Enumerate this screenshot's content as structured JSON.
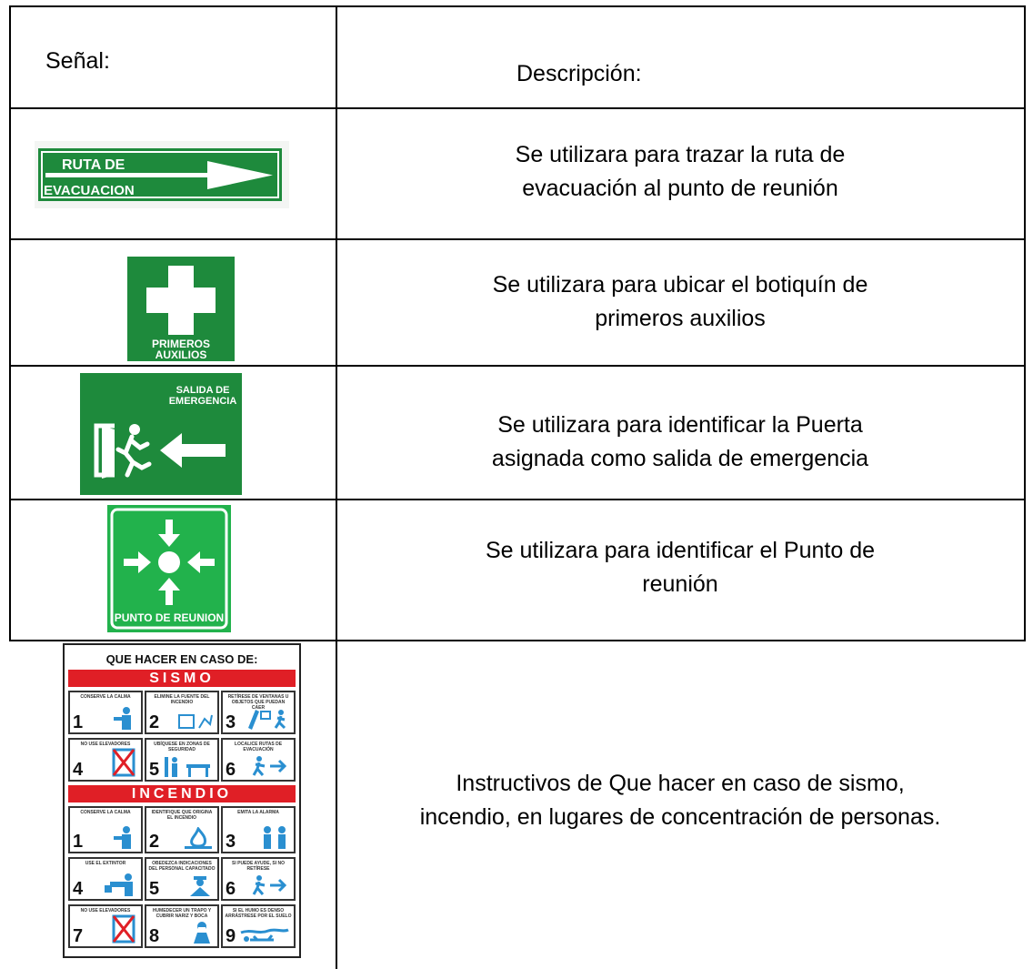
{
  "header": {
    "col1": "Señal:",
    "col2": "Descripción:"
  },
  "rows": [
    {
      "sign": "ruta-de-evacuacion",
      "sign_text": [
        "RUTA DE",
        "EVACUACION"
      ],
      "line1": "Se utilizara para trazar la ruta de",
      "line2": "evacuación al punto de reunión"
    },
    {
      "sign": "primeros-auxilios",
      "sign_text": [
        "PRIMEROS",
        "AUXILIOS"
      ],
      "line1": "Se utilizara para ubicar el botiquín de",
      "line2": "primeros auxilios"
    },
    {
      "sign": "salida-de-emergencia",
      "sign_text": [
        "SALIDA DE",
        "EMERGENCIA"
      ],
      "line1": "Se utilizara para identificar la Puerta",
      "line2": "asignada como salida de emergencia"
    },
    {
      "sign": "punto-de-reunion",
      "sign_text": [
        "PUNTO DE REUNION"
      ],
      "line1": "Se utilizara para identificar el Punto de",
      "line2": "reunión"
    },
    {
      "sign": "que-hacer-poster",
      "line1": "Instructivos de Que hacer en caso de sismo,",
      "line2": "incendio, en lugares de concentración de personas."
    }
  ],
  "poster": {
    "title": "QUE HACER EN CASO DE:",
    "band1": "SISMO",
    "band2": "INCENDIO",
    "sismo": [
      {
        "n": "1",
        "cap": "CONSERVE LA CALMA"
      },
      {
        "n": "2",
        "cap": "ELIMINE LA FUENTE DEL INCENDIO"
      },
      {
        "n": "3",
        "cap": "RETÍRESE DE VENTANAS U OBJETOS QUE PUEDAN CAER"
      },
      {
        "n": "4",
        "cap": "NO USE ELEVADORES"
      },
      {
        "n": "5",
        "cap": "UBÍQUESE EN ZONAS DE SEGURIDAD"
      },
      {
        "n": "6",
        "cap": "LOCALICE RUTAS DE EVACUACIÓN"
      }
    ],
    "incendio": [
      {
        "n": "1",
        "cap": "CONSERVE LA CALMA"
      },
      {
        "n": "2",
        "cap": "IDENTIFIQUE QUE ORIGINA EL INCENDIO"
      },
      {
        "n": "3",
        "cap": "EMITA LA ALARMA"
      },
      {
        "n": "4",
        "cap": "USE EL EXTINTOR"
      },
      {
        "n": "5",
        "cap": "OBEDEZCA INDICACIONES DEL PERSONAL CAPACITADO"
      },
      {
        "n": "6",
        "cap": "SI PUEDE AYUDE, SI NO RETÍRESE"
      },
      {
        "n": "7",
        "cap": "NO USE ELEVADORES"
      },
      {
        "n": "8",
        "cap": "HUMEDECER UN TRAPO Y CUBRIR NARIZ Y BOCA"
      },
      {
        "n": "9",
        "cap": "SI EL HUMO ES DENSO ARRÁSTRESE POR EL SUELO"
      }
    ]
  },
  "colors": {
    "sign_green": "#1e8a3c",
    "bright_green": "#22b24c",
    "poster_red": "#e01f26",
    "icon_blue": "#2a8fd0"
  }
}
